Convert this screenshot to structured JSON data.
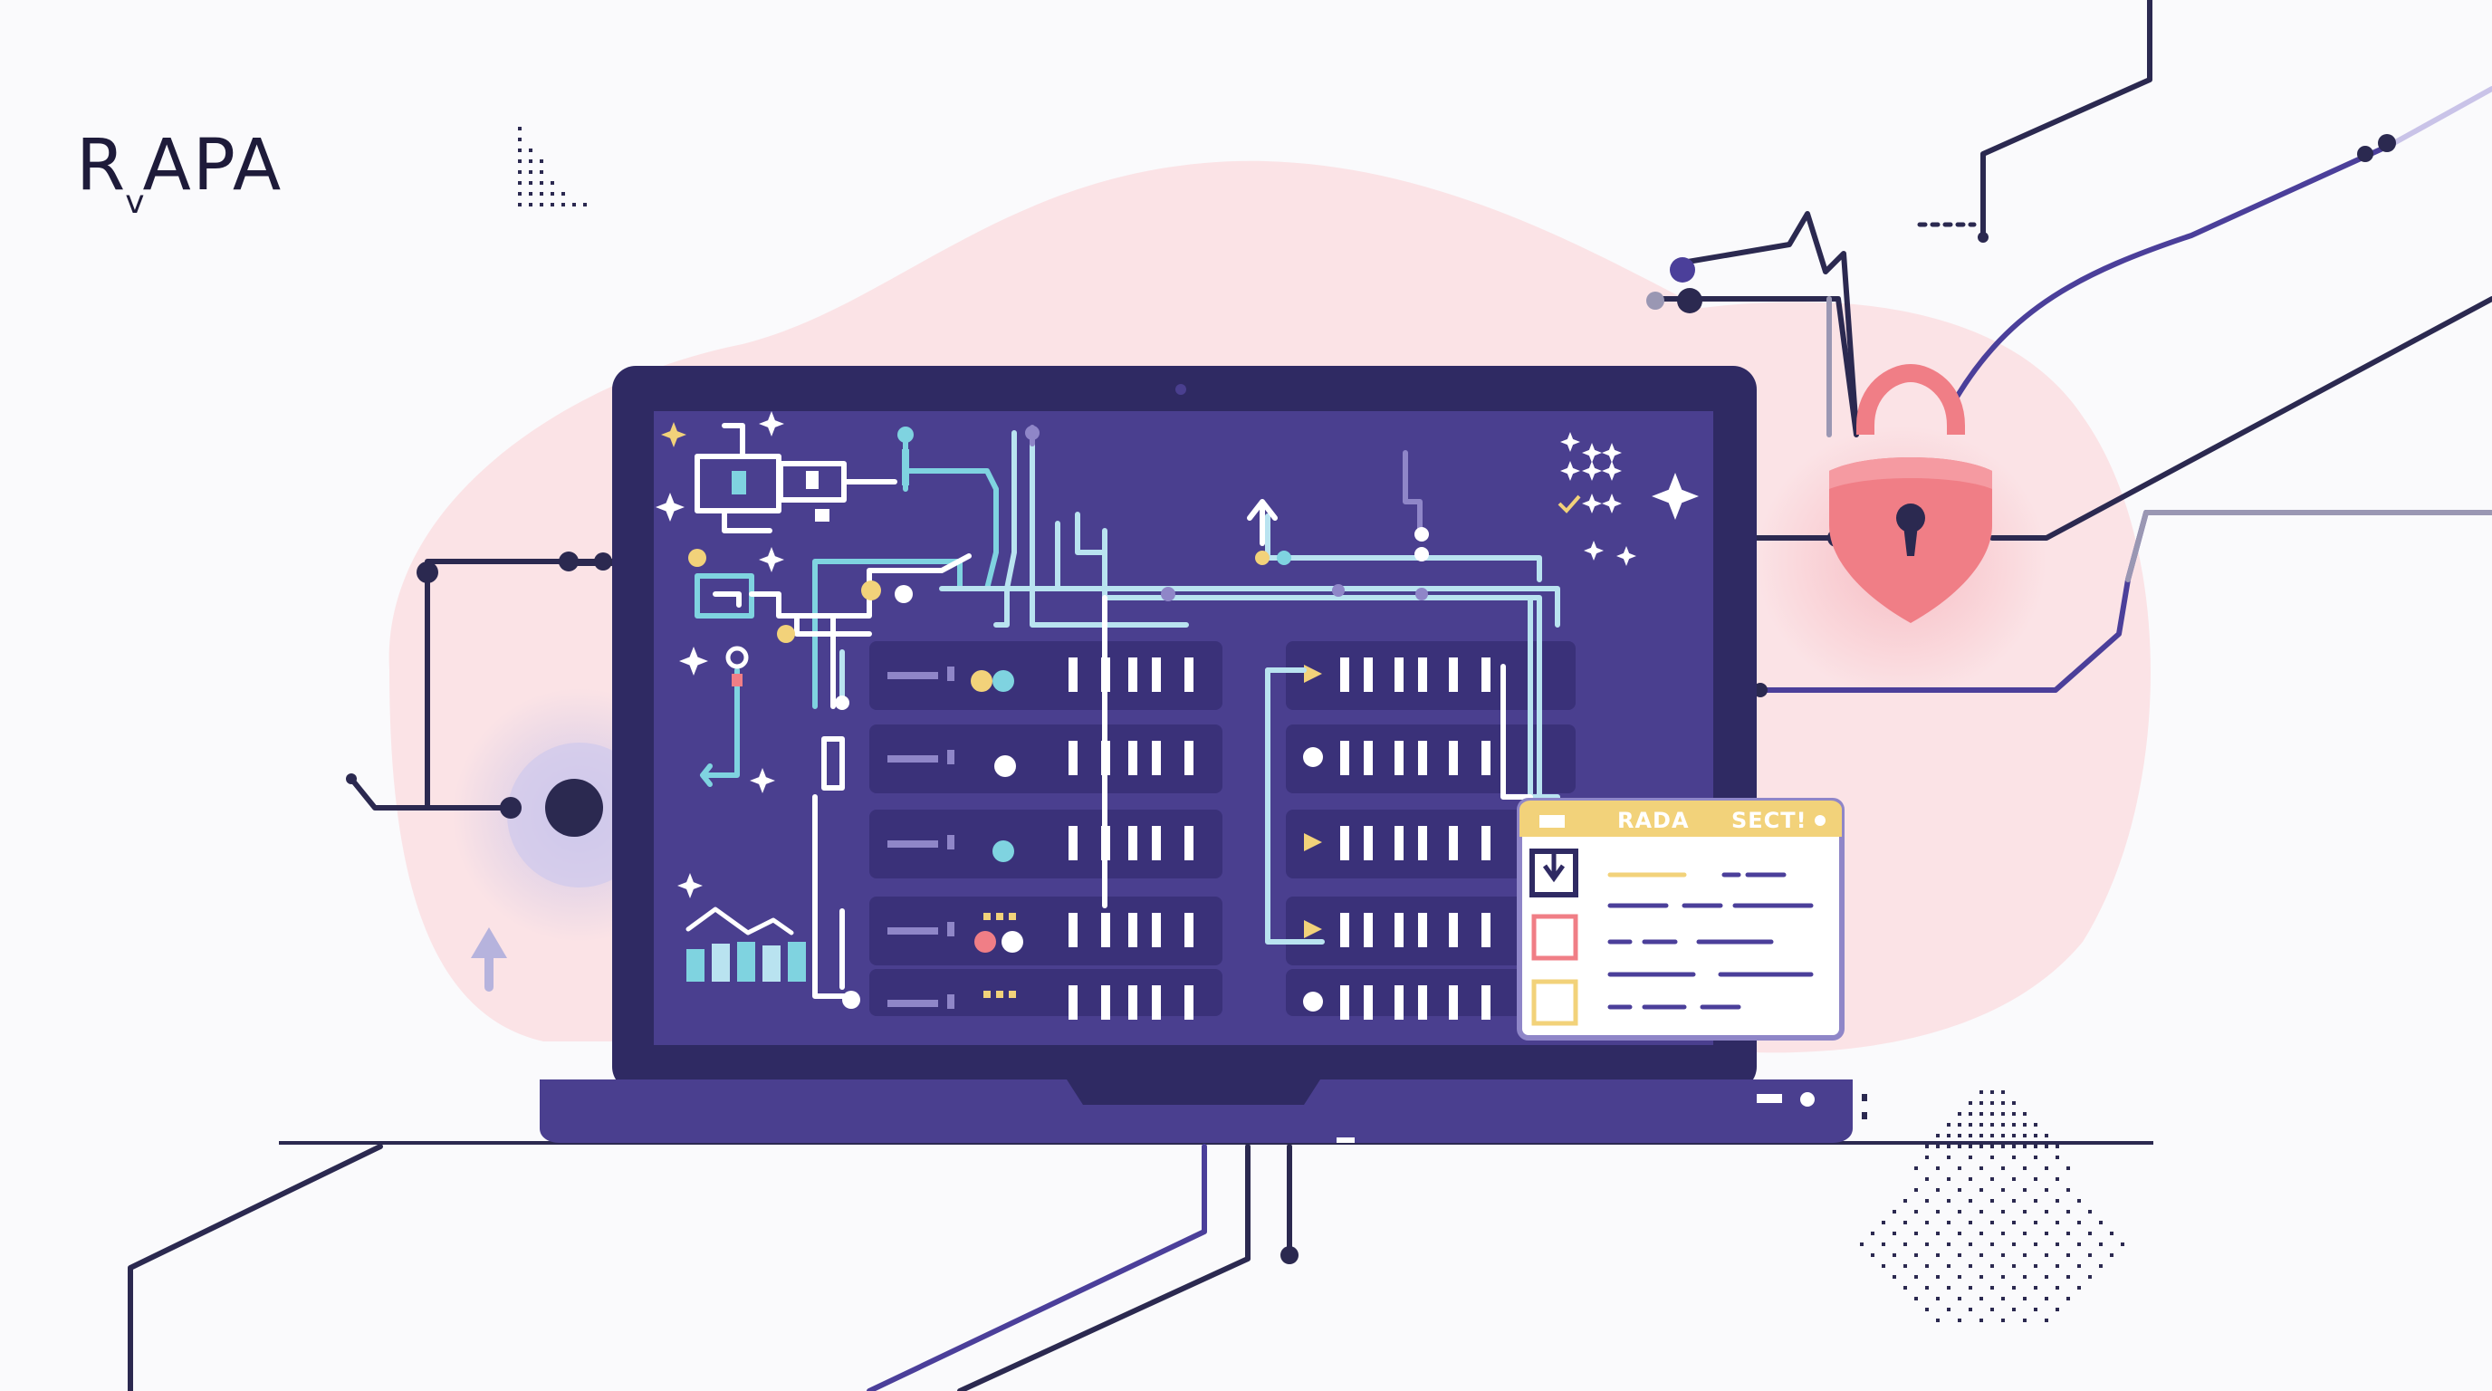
{
  "brand": {
    "part1": "R",
    "sub": "v",
    "part2": "APA"
  },
  "panel": {
    "title_left": "RADA",
    "title_right": "SECT!"
  },
  "icons": {
    "laptop": "laptop",
    "lock": "padlock-icon",
    "circuit": "circuit-diagram",
    "bars": "bar-chart-icon",
    "sparkle": "sparkle-icon",
    "arrow": "arrow-up-icon"
  },
  "colors": {
    "laptop_body": "#2f2a63",
    "screen": "#4a3f8f",
    "circuit_line": "#b9e3f0",
    "accent_yellow": "#f2d27a",
    "accent_teal": "#7fd3e0",
    "lock": "#f07e86",
    "blob": "#fbe3e6",
    "line_dark": "#2b2950",
    "line_purple": "#4b3f9a"
  }
}
